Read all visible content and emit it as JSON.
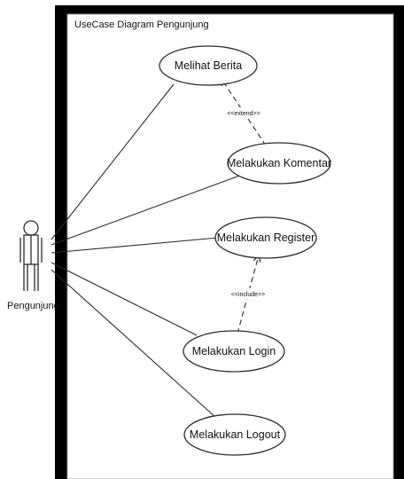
{
  "title": "UseCase Diagram Pengunjung",
  "actor": {
    "name": "Pengunjung",
    "icon": "stick-figure-icon"
  },
  "use_cases": [
    {
      "id": "melihat-berita",
      "label": "Melihat Berita"
    },
    {
      "id": "melakukan-komentar",
      "label": "Melakukan Komentar"
    },
    {
      "id": "melakukan-register",
      "label": "Melakukan Register"
    },
    {
      "id": "melakukan-login",
      "label": "Melakukan Login"
    },
    {
      "id": "melakukan-logout",
      "label": "Melakukan Logout"
    }
  ],
  "relations": [
    {
      "from": "melakukan-komentar",
      "to": "melihat-berita",
      "label": "<<extend>>"
    },
    {
      "from": "melakukan-login",
      "to": "melakukan-register",
      "label": "<<include>>"
    }
  ],
  "colors": {
    "frame": "#000000",
    "background": "#ffffff",
    "line": "#2b2b2b"
  }
}
